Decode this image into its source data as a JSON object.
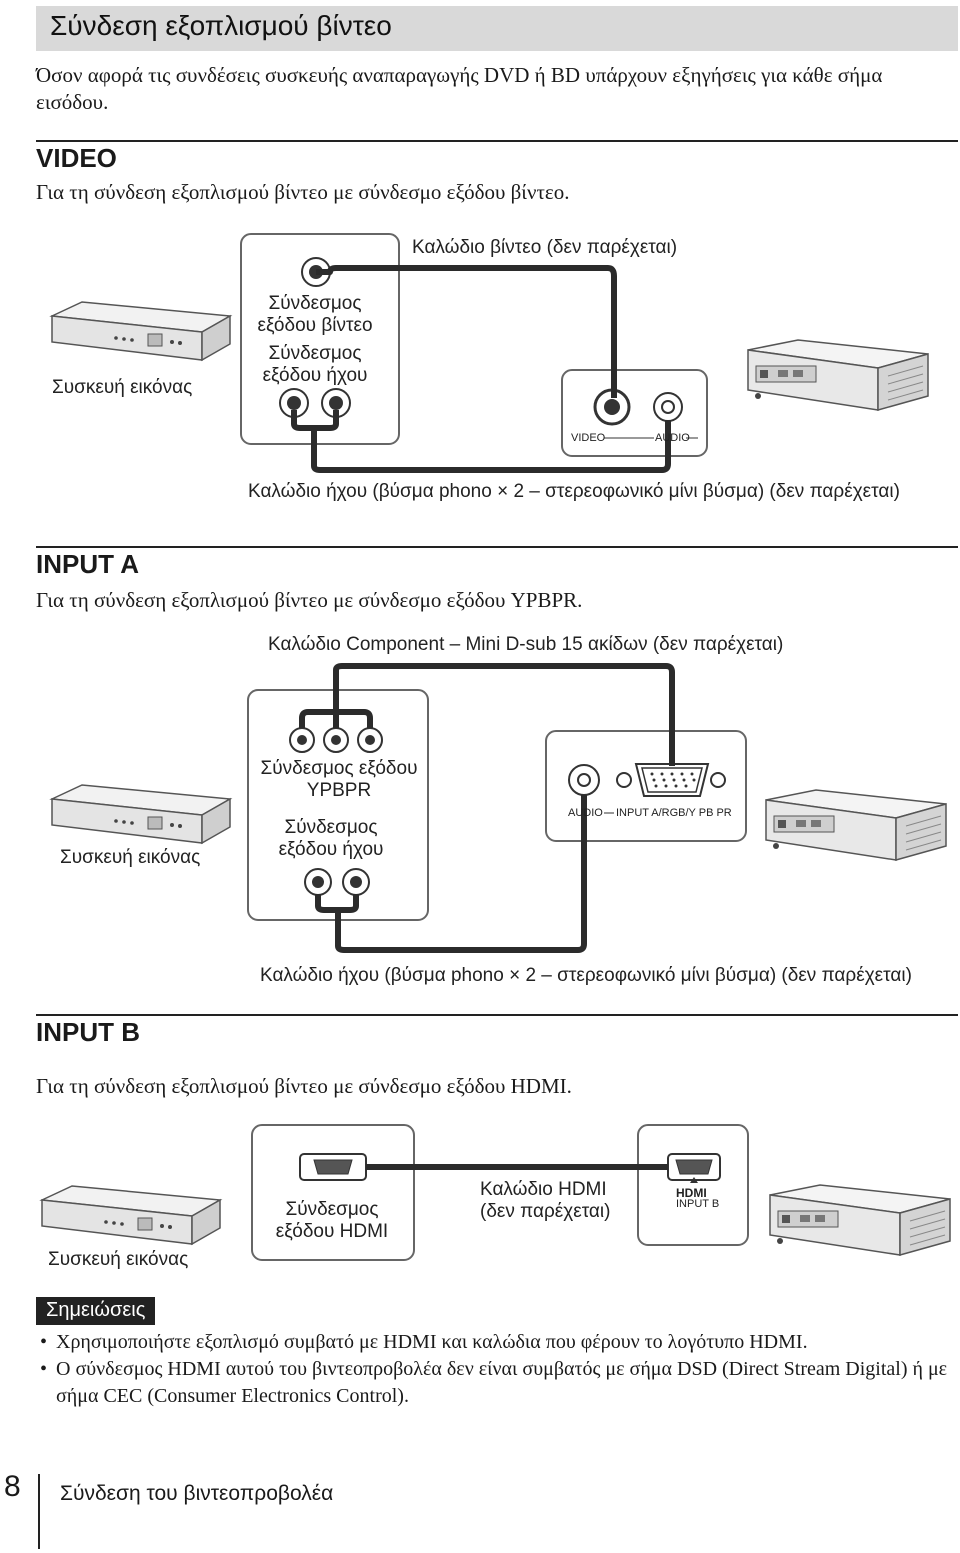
{
  "page": {
    "title": "Σύνδεση εξοπλισμού βίντεο",
    "intro": "Όσον αφορά τις συνδέσεις συσκευής αναπαραγωγής DVD ή BD υπάρχουν εξηγήσεις για κάθε σήμα εισόδου."
  },
  "video_section": {
    "heading": "VIDEO",
    "description": "Για τη σύνδεση εξοπλισμού βίντεο με σύνδεσμο εξόδου βίντεο.",
    "video_cable": "Καλώδιο βίντεο (δεν παρέχεται)",
    "video_out_label": "Σύνδεσμος εξόδου βίντεο",
    "audio_out_label": "Σύνδεσμος εξόδου ήχου",
    "device_label": "Συσκευή εικόνας",
    "port_video": "VIDEO",
    "port_audio": "AUDIO",
    "audio_cable": "Καλώδιο ήχου (βύσμα phono × 2 – στερεοφωνικό μίνι βύσμα) (δεν παρέχεται)"
  },
  "input_a_section": {
    "heading": "INPUT A",
    "description": "Για τη σύνδεση εξοπλισμού βίντεο με σύνδεσμο εξόδου YPBPR.",
    "component_cable": "Καλώδιο Component – Mini D-sub 15 ακίδων (δεν παρέχεται)",
    "ypbpr_label": "Σύνδεσμος εξόδου YPBPR",
    "audio_out_label": "Σύνδεσμος εξόδου ήχου",
    "device_label": "Συσκευή εικόνας",
    "port_audio": "AUDIO",
    "port_input": "INPUT A/RGB/Y PB PR",
    "audio_cable": "Καλώδιο ήχου (βύσμα phono × 2 – στερεοφωνικό μίνι βύσμα) (δεν παρέχεται)"
  },
  "input_b_section": {
    "heading": "INPUT B",
    "description": "Για τη σύνδεση εξοπλισμού βίντεο με σύνδεσμο εξόδου HDMI.",
    "device_label": "Συσκευή εικόνας",
    "hdmi_out_label": "Σύνδεσμος εξόδου HDMI",
    "hdmi_cable": "Καλώδιο HDMI (δεν παρέχεται)",
    "port_logo": "HDMI",
    "port_input": "INPUT B"
  },
  "notes": {
    "tag": "Σημειώσεις",
    "items": [
      "Χρησιμοποιήστε εξοπλισμό συμβατό με HDMI και καλώδια που φέρουν το λογότυπο HDMI.",
      "Ο σύνδεσμος HDMI αυτού του βιντεοπροβολέα δεν είναι συμβατός με σήμα DSD (Direct Stream Digital) ή με σήμα CEC (Consumer Electronics Control)."
    ]
  },
  "footer": {
    "page_number": "8",
    "section_name": "Σύνδεση του βιντεοπροβολέα"
  },
  "colors": {
    "title_bar": "#d9d9d9",
    "cable": "#2b2b2b",
    "notes_tag": "#222222"
  }
}
